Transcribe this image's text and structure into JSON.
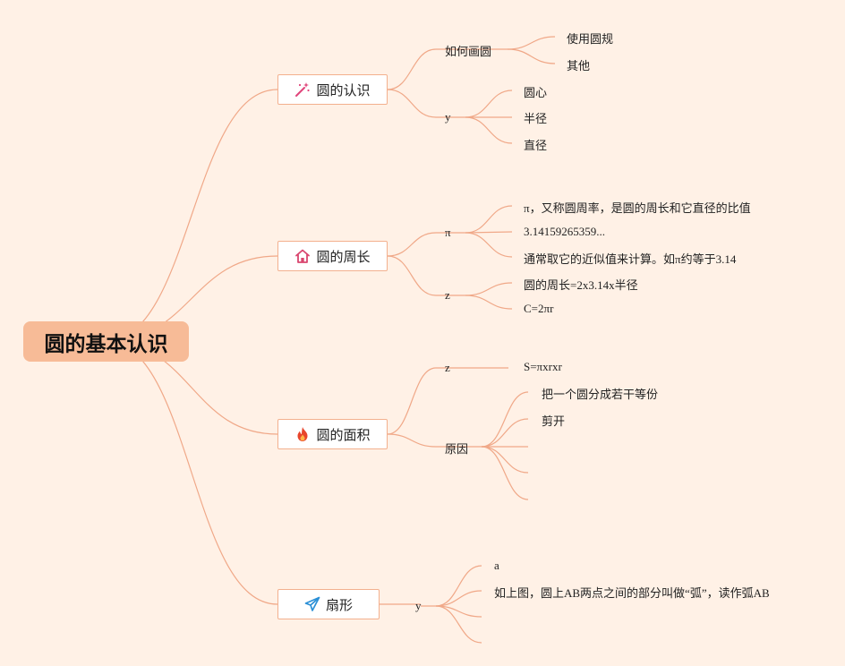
{
  "root": {
    "label": "圆的基本认识"
  },
  "branches": [
    {
      "label": "圆的认识",
      "icon": "magic-wand-icon",
      "children": [
        {
          "label": "如何画圆",
          "children": [
            "使用圆规",
            "其他"
          ]
        },
        {
          "label": "y",
          "children": [
            "圆心",
            "半径",
            "直径"
          ]
        }
      ]
    },
    {
      "label": "圆的周长",
      "icon": "house-icon",
      "children": [
        {
          "label": "π",
          "children": [
            "π，又称圆周率，是圆的周长和它直径的比值",
            "3.14159265359...",
            "通常取它的近似值来计算。如π约等于3.14"
          ]
        },
        {
          "label": "z",
          "children": [
            "圆的周长=2x3.14x半径",
            "C=2πr"
          ]
        }
      ]
    },
    {
      "label": "圆的面积",
      "icon": "fire-icon",
      "children": [
        {
          "label": "z",
          "children": [
            "S=πxrxr"
          ]
        },
        {
          "label": "原因",
          "children": [
            "把一个圆分成若干等份",
            "剪开",
            "",
            "",
            ""
          ]
        }
      ]
    },
    {
      "label": "扇形",
      "icon": "paper-plane-icon",
      "children": [
        {
          "label": "y",
          "children": [
            "a",
            "如上图，圆上AB两点之间的部分叫做“弧”，读作弧AB",
            "",
            ""
          ]
        }
      ]
    }
  ],
  "colors": {
    "background": "#fff1e6",
    "root_fill": "#f7bb97",
    "branch_border": "#f3b08e",
    "line": "#f0a888",
    "wand": "#e0457b",
    "house": "#d9466f",
    "fire": "#e8452b",
    "plane": "#2a8fd6"
  }
}
